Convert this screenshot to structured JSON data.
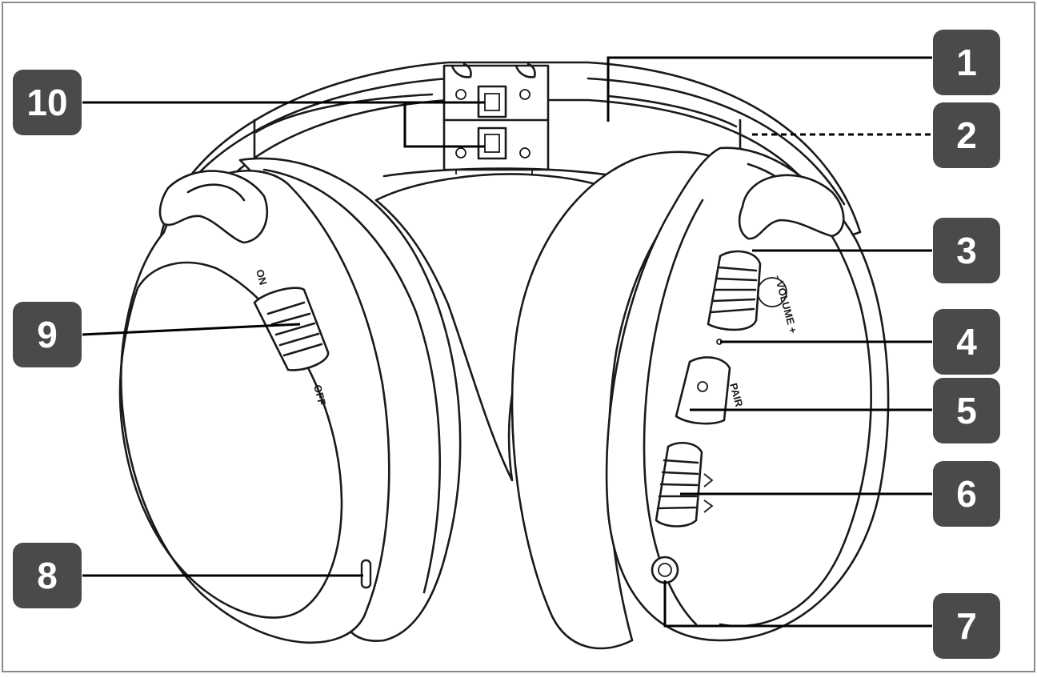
{
  "colors": {
    "badge": "#4a4a4a",
    "line": "#1a1a1a"
  },
  "switch_labels": {
    "on": "ON",
    "off": "OFF"
  },
  "control_labels": {
    "volume": "- VOLUME +",
    "pair": "PAIR"
  },
  "callouts": [
    {
      "number": "1",
      "part": "headband"
    },
    {
      "number": "2",
      "part": "headband-edge"
    },
    {
      "number": "3",
      "part": "volume-wheel"
    },
    {
      "number": "4",
      "part": "indicator-led"
    },
    {
      "number": "5",
      "part": "pair-button"
    },
    {
      "number": "6",
      "part": "channel-wheel"
    },
    {
      "number": "7",
      "part": "audio-jack"
    },
    {
      "number": "8",
      "part": "charge-port"
    },
    {
      "number": "9",
      "part": "power-switch"
    },
    {
      "number": "10",
      "part": "hinge-latches"
    }
  ]
}
